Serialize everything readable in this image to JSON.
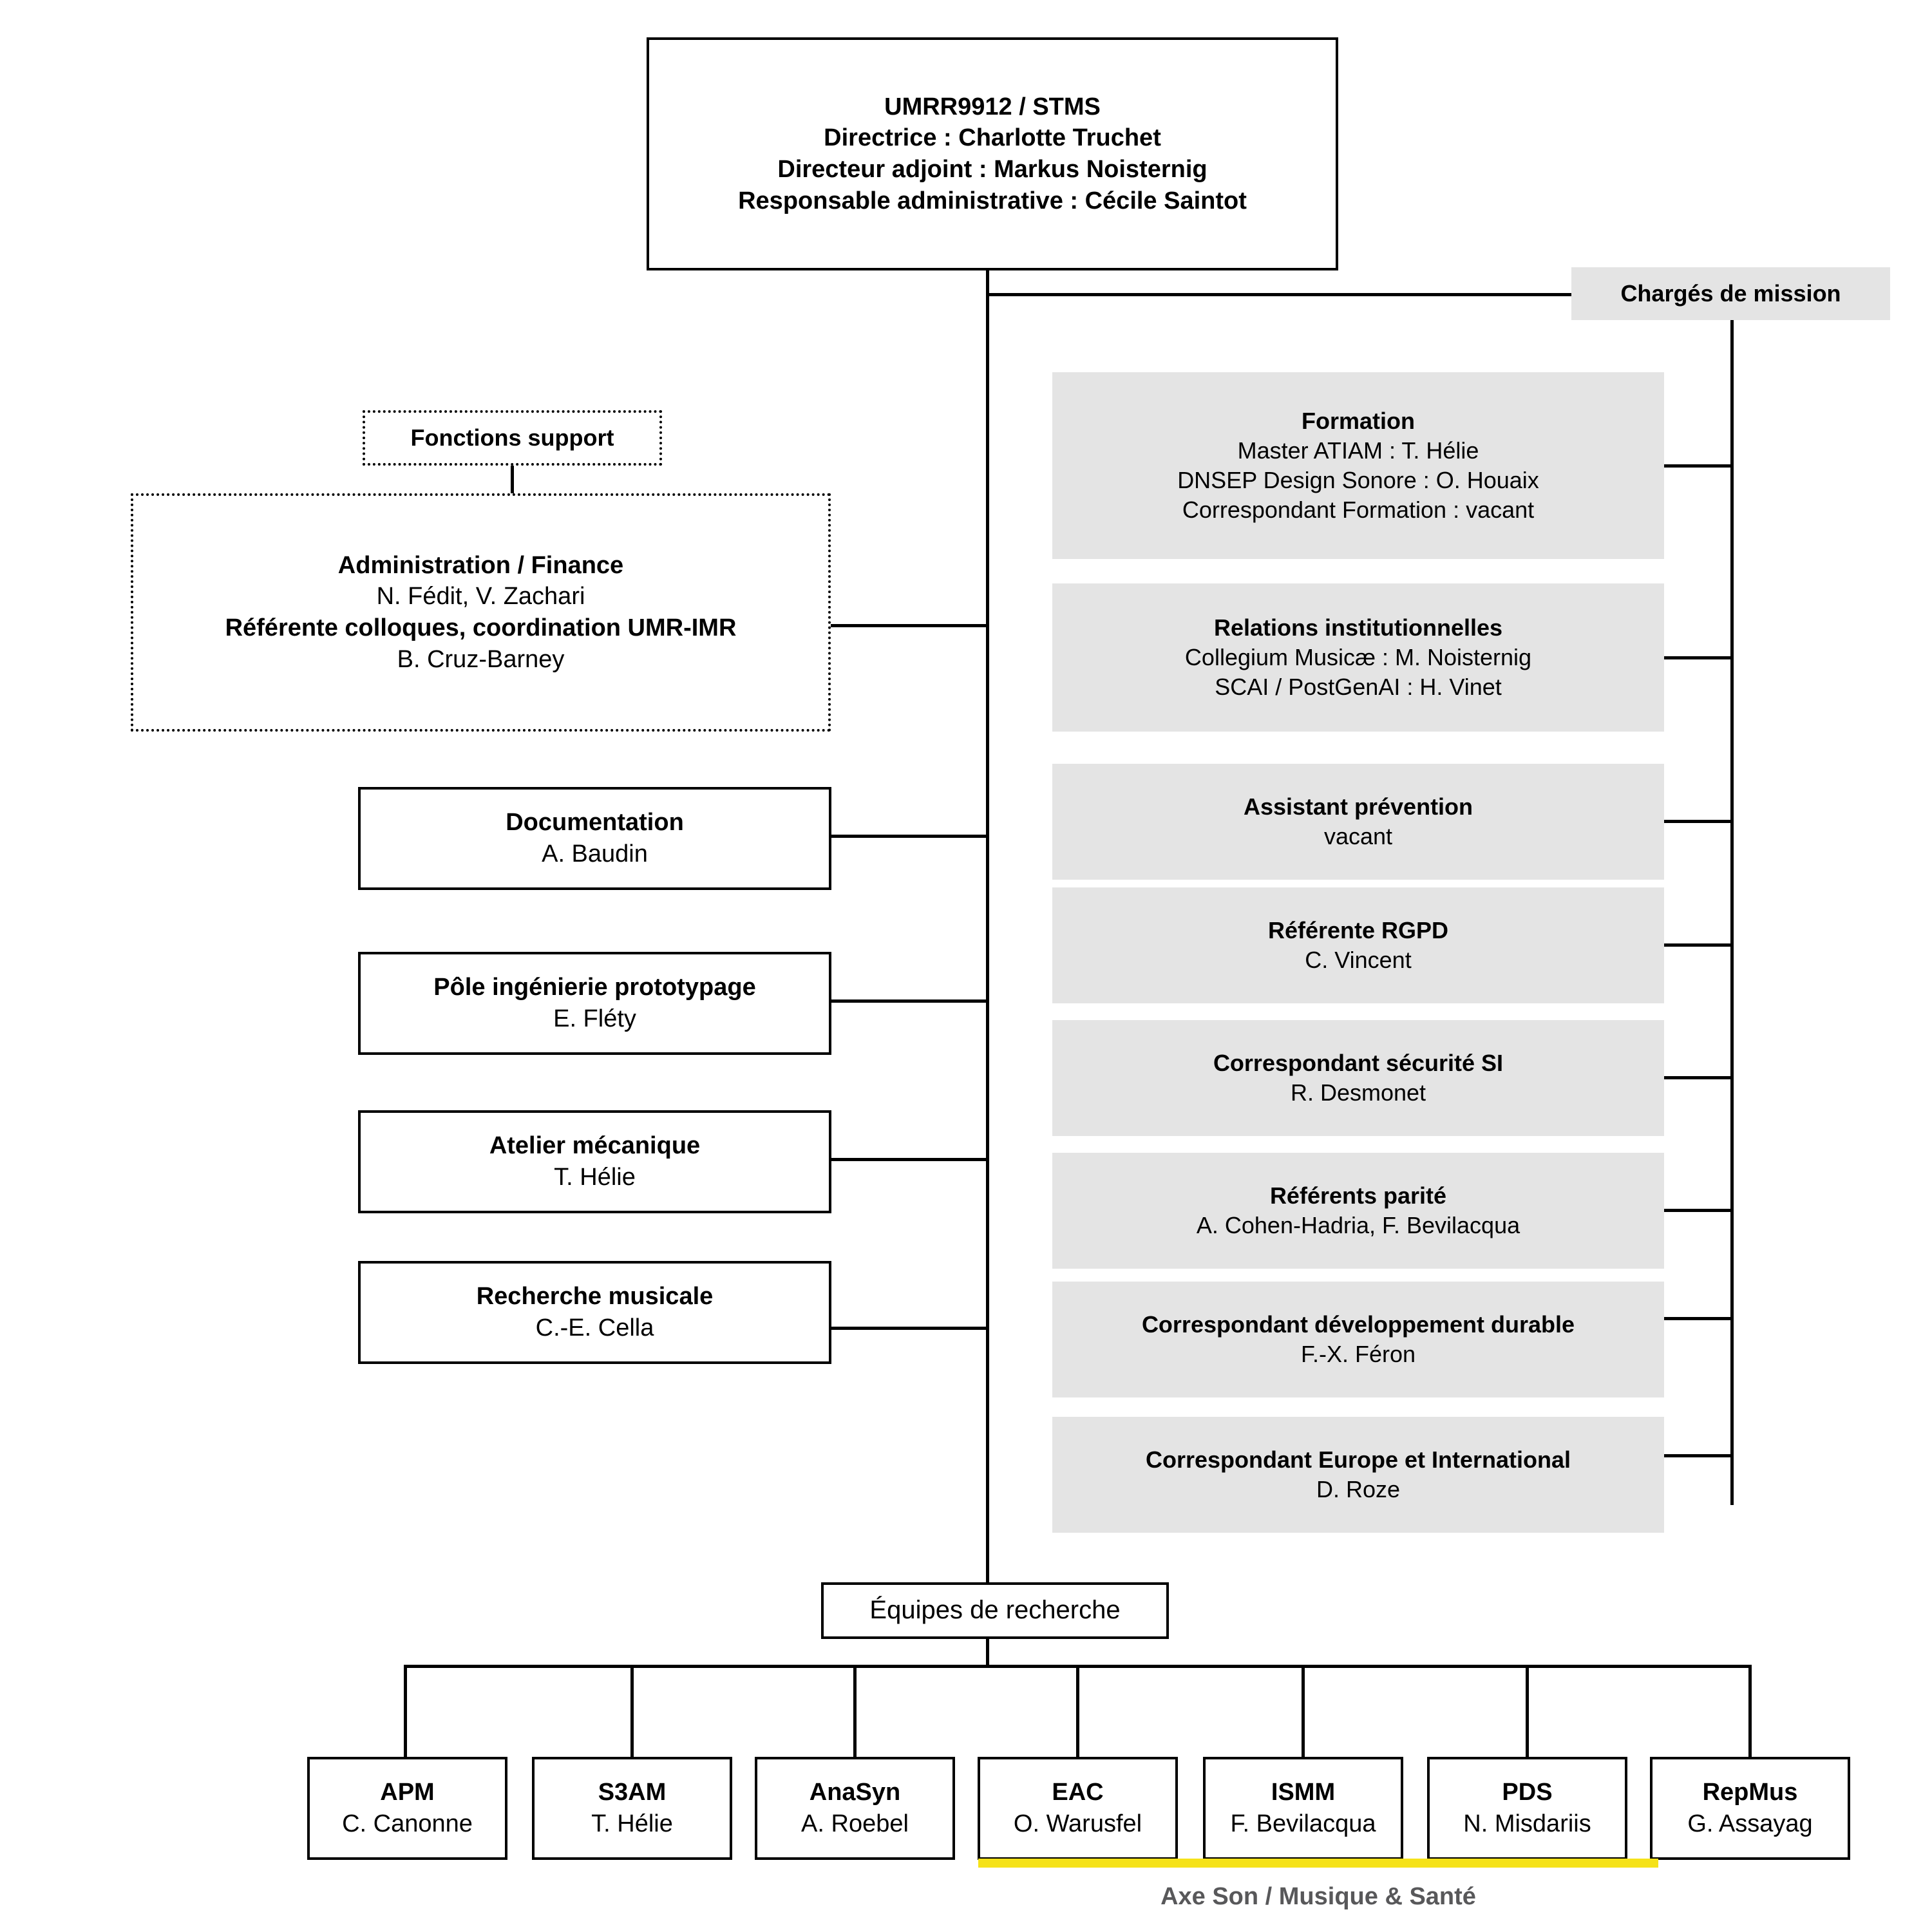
{
  "root": {
    "lines": [
      "UMRR9912 / STMS",
      "Directrice : Charlotte Truchet",
      "Directeur adjoint : Markus Noisternig",
      "Responsable administrative : Cécile Saintot"
    ]
  },
  "support_header": {
    "label": "Fonctions support"
  },
  "administration": {
    "line1": "Administration / Finance",
    "line2": "N. Fédit, V. Zachari",
    "line3": "Référente colloques, coordination UMR-IMR",
    "line4": "B. Cruz-Barney"
  },
  "support_units": [
    {
      "title": "Documentation",
      "person": "A. Baudin"
    },
    {
      "title": "Pôle ingénierie prototypage",
      "person": "E. Fléty"
    },
    {
      "title": "Atelier mécanique",
      "person": "T. Hélie"
    },
    {
      "title": "Recherche musicale",
      "person": "C.-E. Cella"
    }
  ],
  "missions_header": {
    "label": "Chargés de mission"
  },
  "missions": [
    {
      "title": "Formation",
      "rows": [
        "Master ATIAM : T. Hélie",
        "DNSEP Design Sonore : O. Houaix",
        "Correspondant Formation : vacant"
      ]
    },
    {
      "title": "Relations institutionnelles",
      "rows": [
        "Collegium Musicæ : M. Noisternig",
        "SCAI / PostGenAI : H. Vinet"
      ]
    },
    {
      "title": "Assistant prévention",
      "rows": [
        "vacant"
      ]
    },
    {
      "title": "Référente RGPD",
      "rows": [
        "C. Vincent"
      ]
    },
    {
      "title": "Correspondant sécurité SI",
      "rows": [
        "R. Desmonet"
      ]
    },
    {
      "title": "Référents parité",
      "rows": [
        "A. Cohen-Hadria, F. Bevilacqua"
      ]
    },
    {
      "title": "Correspondant développement durable",
      "rows": [
        "F.-X. Féron"
      ]
    },
    {
      "title": "Correspondant Europe et International",
      "rows": [
        "D. Roze"
      ]
    }
  ],
  "teams_header": {
    "label": "Équipes de recherche"
  },
  "teams": [
    {
      "name": "APM",
      "lead": "C. Canonne"
    },
    {
      "name": "S3AM",
      "lead": "T. Hélie"
    },
    {
      "name": "AnaSyn",
      "lead": "A. Roebel"
    },
    {
      "name": "EAC",
      "lead": "O. Warusfel"
    },
    {
      "name": "ISMM",
      "lead": "F. Bevilacqua"
    },
    {
      "name": "PDS",
      "lead": "N. Misdariis"
    },
    {
      "name": "RepMus",
      "lead": "G. Assayag"
    }
  ],
  "axis": {
    "label": "Axe Son / Musique & Santé",
    "bar_color": "#f5e219",
    "label_color": "#58585a"
  },
  "colors": {
    "mission_box_bg": "#e4e4e4",
    "line": "#000000",
    "background": "#ffffff"
  }
}
